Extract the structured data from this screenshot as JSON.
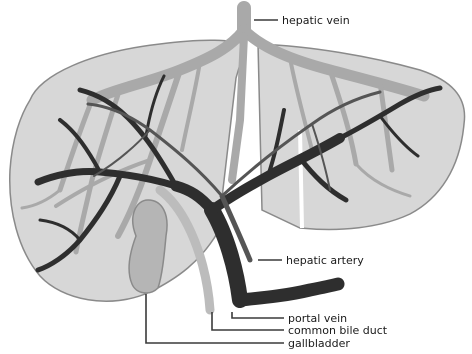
{
  "labels": {
    "hepatic_vein": "hepatic vein",
    "hepatic_artery": "hepatic artery",
    "portal_vein": "portal vein",
    "common_bile_duct": "common bile duct",
    "gallbladder": "gallbladder"
  },
  "colors": {
    "liver_fill": "#d7d7d7",
    "hepatic_vein": "#a9a9a9",
    "portal_vein": "#2e2e2e",
    "hepatic_artery": "#555555",
    "bile_duct": "#bcbcbc",
    "gallbladder": "#b5b5b5"
  }
}
